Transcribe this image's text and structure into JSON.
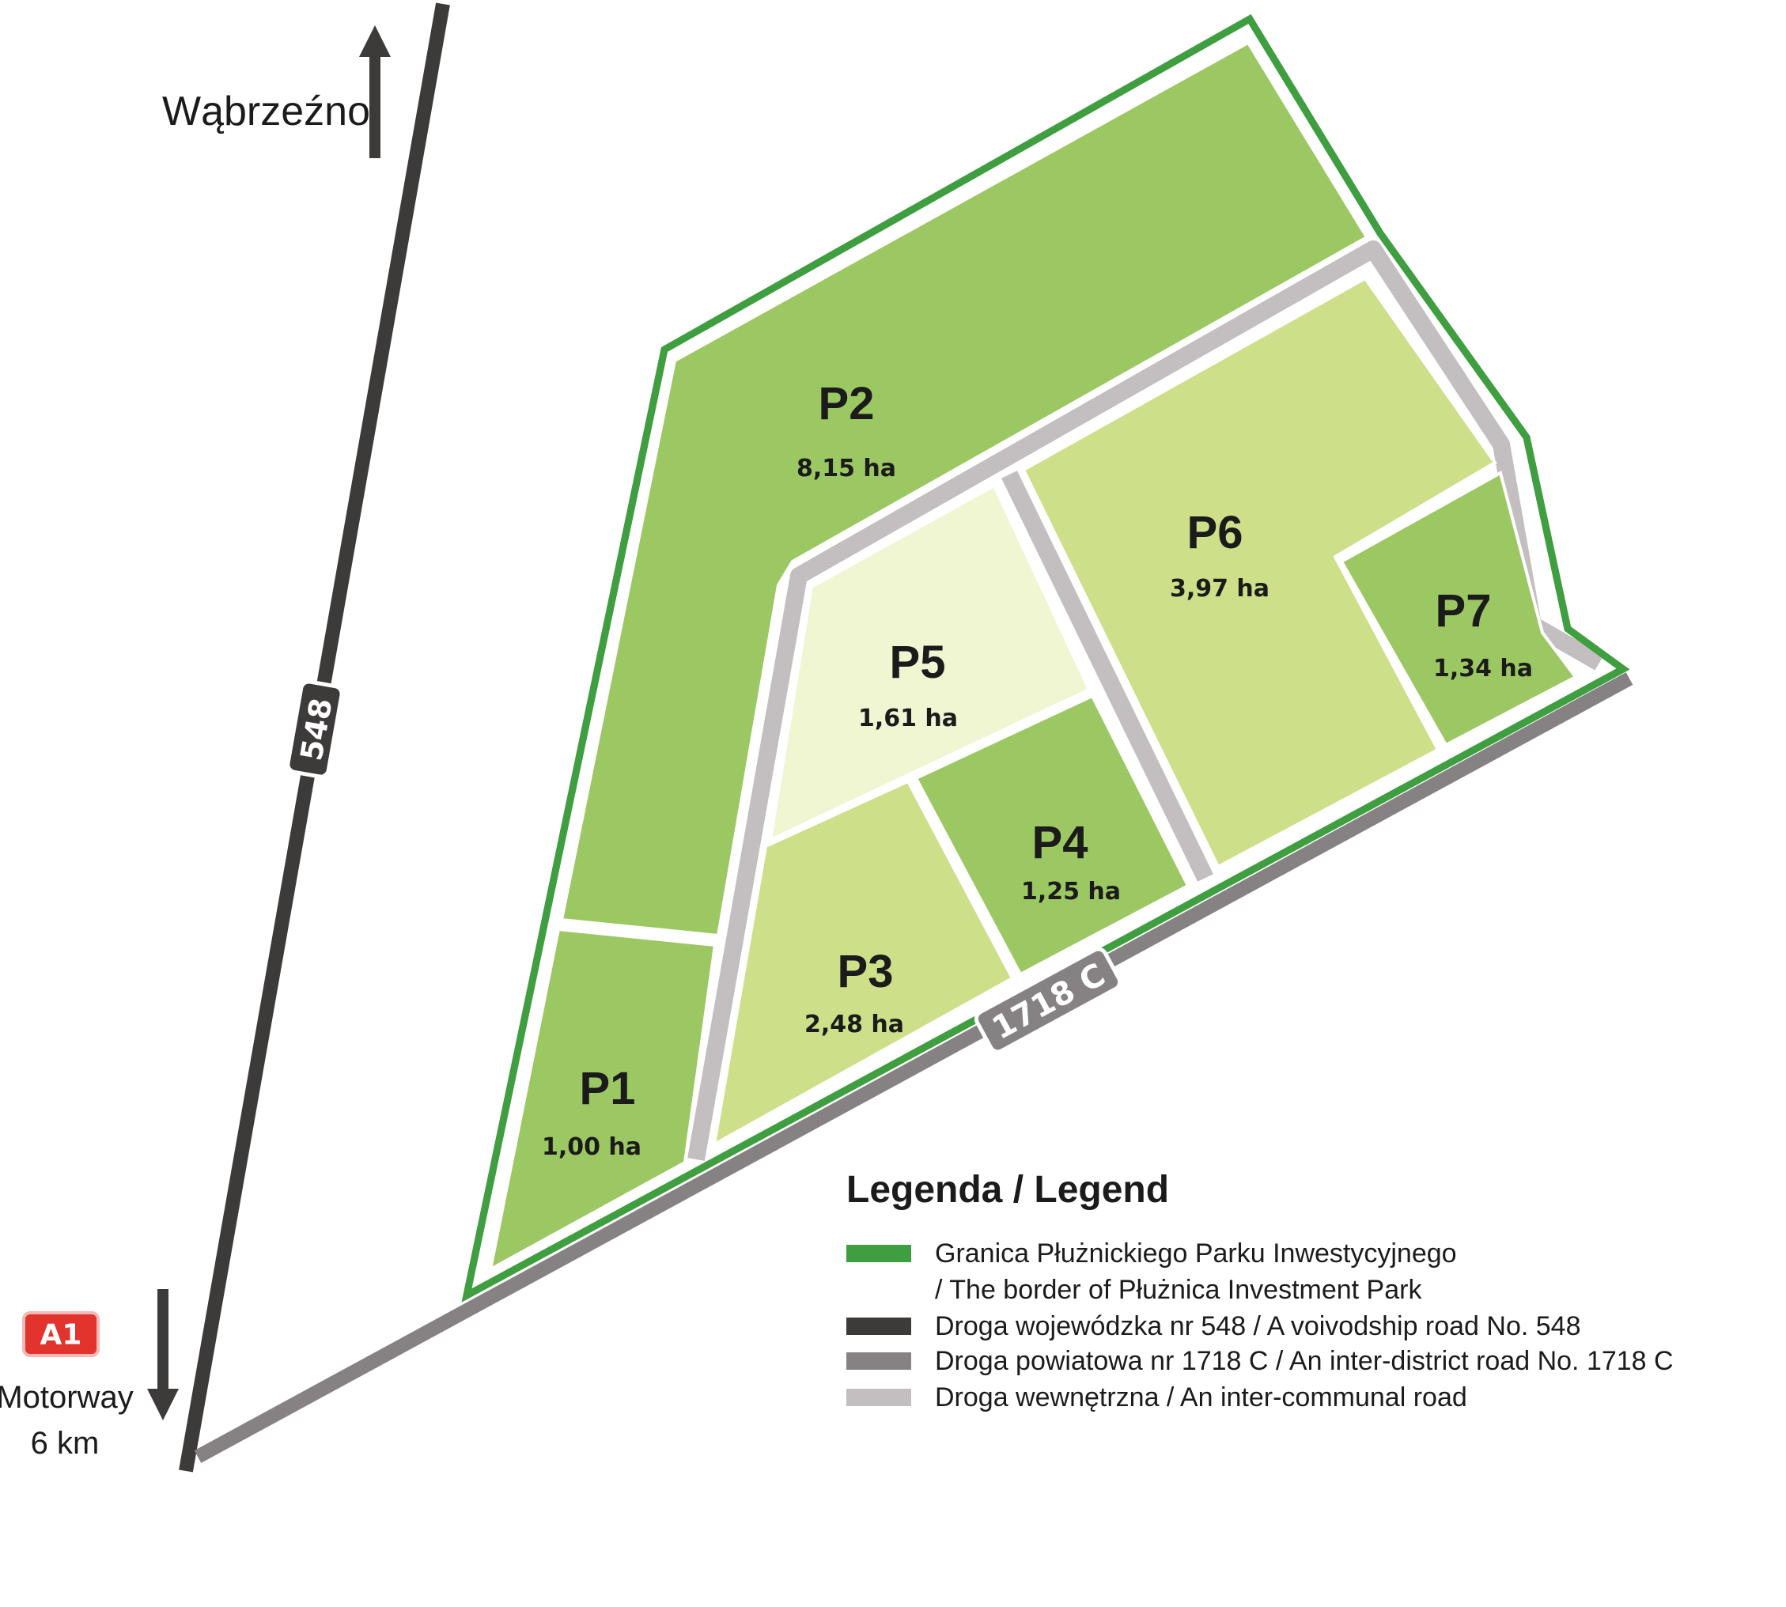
{
  "colors": {
    "border": "#3f9e3f",
    "voivodship_road": "#3d3a3a",
    "district_road": "#868283",
    "internal_road": "#c3bebf",
    "plot_dark": "#9cc863",
    "plot_light": "#cddf88",
    "plot_pale": "#f0f5d2",
    "motorway_badge": "#e2332c"
  },
  "places": {
    "north": "Wąbrzeźno",
    "motorway_badge": "A1",
    "motorway_line1": "Motorway",
    "motorway_line2": "6 km"
  },
  "roads": {
    "voivodship_number": "548",
    "district_number": "1718 C"
  },
  "plots": [
    {
      "id": "P1",
      "area": "1,00 ha",
      "shade": "dark"
    },
    {
      "id": "P2",
      "area": "8,15 ha",
      "shade": "dark"
    },
    {
      "id": "P3",
      "area": "2,48 ha",
      "shade": "light"
    },
    {
      "id": "P4",
      "area": "1,25 ha",
      "shade": "dark"
    },
    {
      "id": "P5",
      "area": "1,61 ha",
      "shade": "pale"
    },
    {
      "id": "P6",
      "area": "3,97 ha",
      "shade": "light"
    },
    {
      "id": "P7",
      "area": "1,34 ha",
      "shade": "dark"
    }
  ],
  "legend": {
    "title": "Legenda / Legend",
    "items": [
      {
        "color_key": "border",
        "line1": "Granica Płużnickiego Parku Inwestycyjnego",
        "line2": "/ The border of Płużnica Investment Park"
      },
      {
        "color_key": "voivodship_road",
        "line1": "Droga wojewódzka nr 548 / A voivodship road No. 548"
      },
      {
        "color_key": "district_road",
        "line1": "Droga powiatowa nr 1718 C / An inter-district road No. 1718 C"
      },
      {
        "color_key": "internal_road",
        "line1": "Droga wewnętrzna / An inter-communal road"
      }
    ]
  }
}
